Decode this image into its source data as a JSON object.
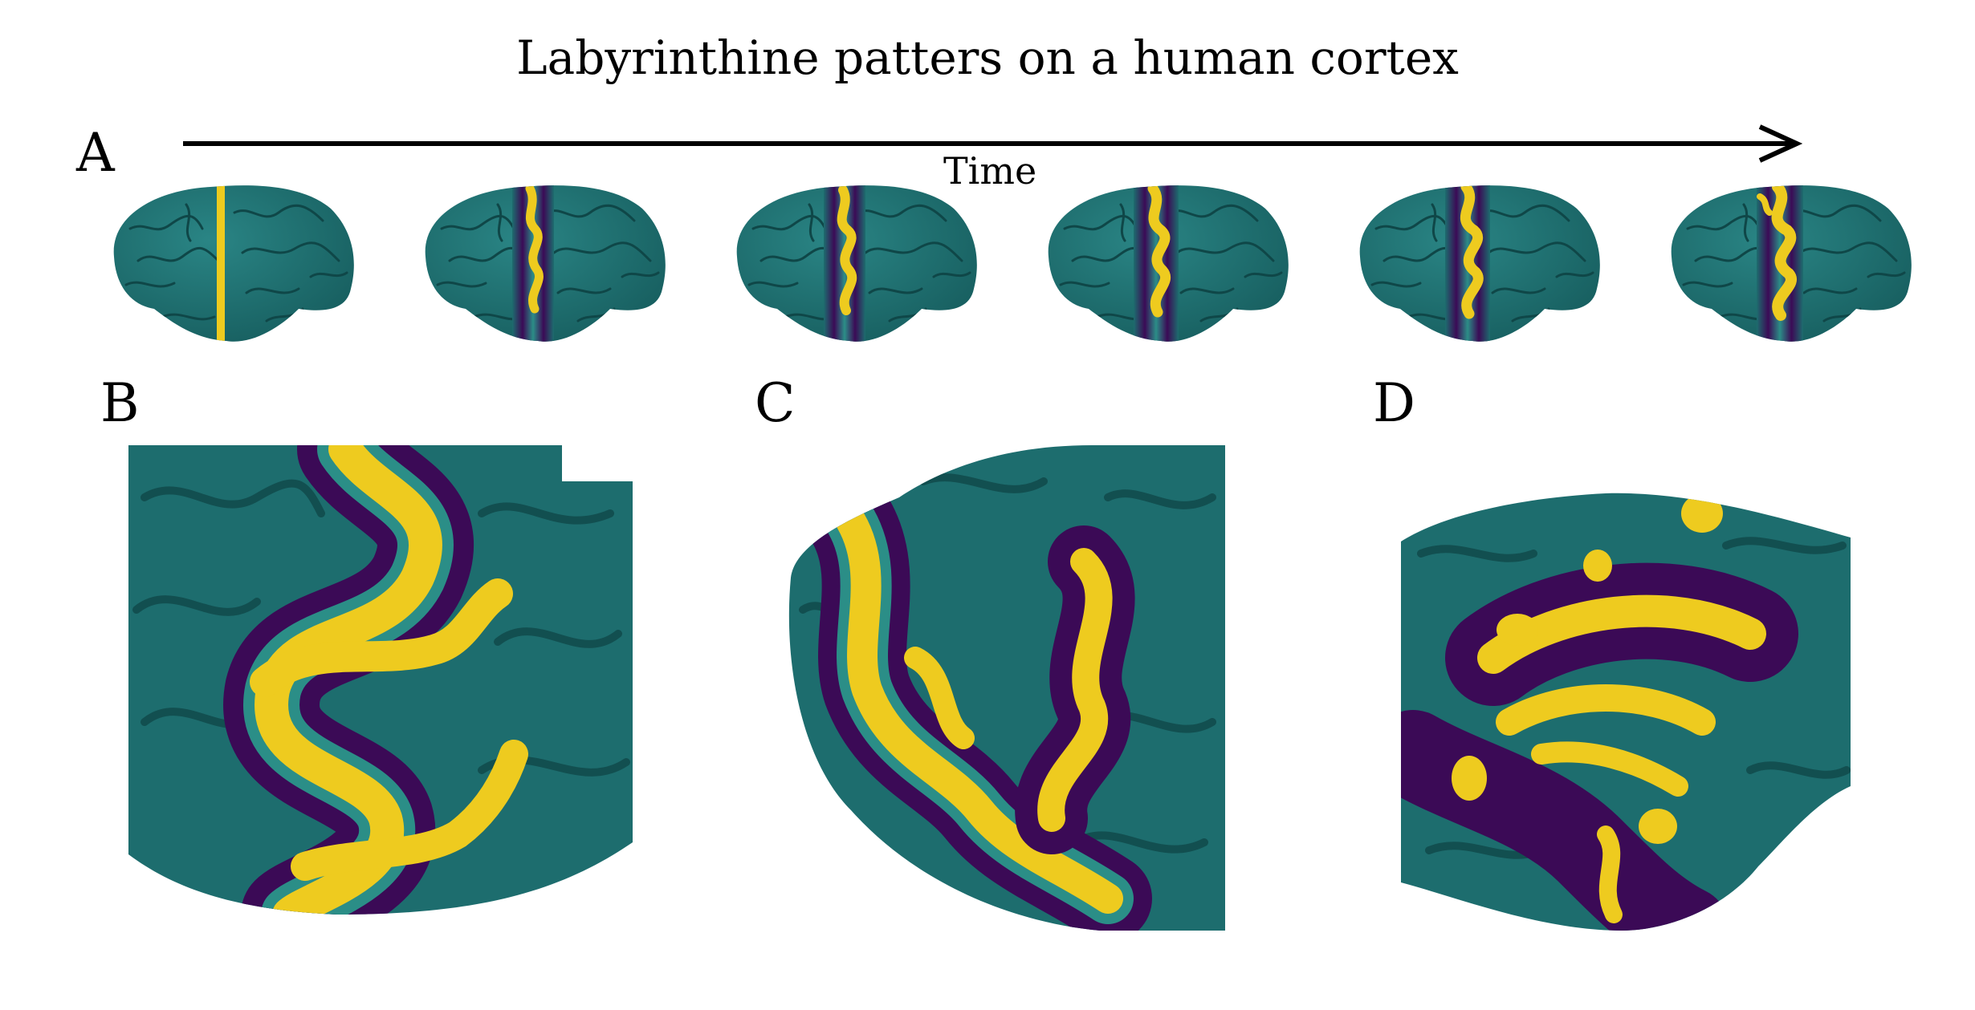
{
  "title": "Labyrinthine patters on a human cortex",
  "axis": {
    "label": "Time"
  },
  "panels": {
    "a": "A",
    "b": "B",
    "c": "C",
    "d": "D"
  },
  "colors": {
    "cortex": "#1d6d6e",
    "pattern_high": "#eecb1f",
    "pattern_low": "#3b0a56",
    "mid": "#2b8e87"
  },
  "time_series_snapshots": 6
}
